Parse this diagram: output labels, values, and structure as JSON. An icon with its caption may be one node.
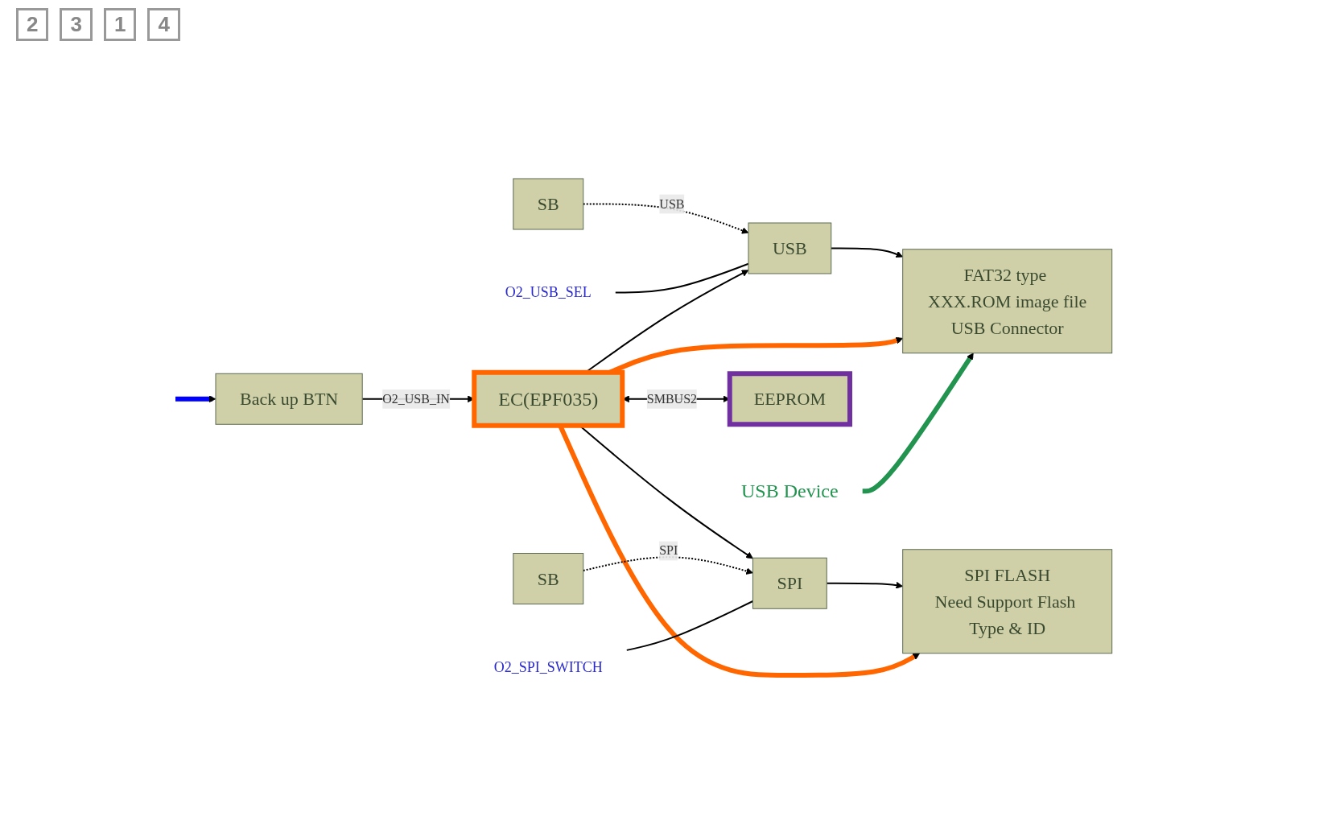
{
  "diagram": {
    "nodes": [
      {
        "text": [
          "SB"
        ]
      },
      {
        "text": [
          "USB"
        ]
      },
      {
        "text": [
          "FAT32 type XXX.ROM image file",
          "USB Connector"
        ]
      },
      {
        "text": [
          "Back up BTN"
        ]
      },
      {
        "text": [
          "EC(EPF035)"
        ]
      },
      {
        "text": [
          "SPI"
        ]
      },
      {
        "text": [
          "SPI FLASH",
          "Need Support Flash Type & ID"
        ]
      },
      {
        "text": [
          "SB"
        ]
      },
      {
        "text": [
          "EEPROM"
        ]
      },
      {
        "text": [
          "O2_USB_SEL"
        ]
      },
      {
        "text": [
          "O2_SPI_SWITCH"
        ]
      },
      {
        "text": [
          "USB Device"
        ]
      }
    ],
    "edges": [
      {
        "from": null,
        "to": 3,
        "arrow": "to",
        "style": "thick",
        "color": "#0000ff"
      },
      {
        "from": 3,
        "to": 4,
        "arrow": "to",
        "label": "O2_USB_IN"
      },
      {
        "from": 0,
        "to": 1,
        "arrow": "to",
        "style": "dashed",
        "label": "USB"
      },
      {
        "from": 9,
        "to": 1,
        "arrow": "none"
      },
      {
        "from": 4,
        "to": 1,
        "arrow": "to"
      },
      {
        "from": 1,
        "to": 2,
        "arrow": "to"
      },
      {
        "from": 4,
        "to": 2,
        "arrow": "to",
        "style": "thick",
        "color": "#ff6600"
      },
      {
        "from": 11,
        "to": 2,
        "arrow": "to",
        "style": "thick",
        "color": "#229450"
      },
      {
        "from": 4,
        "to": 5,
        "arrow": "to"
      },
      {
        "from": 5,
        "to": 6,
        "arrow": "to"
      },
      {
        "from": 4,
        "to": 6,
        "arrow": "to",
        "style": "thick",
        "color": "#ff6600"
      },
      {
        "from": 7,
        "to": 5,
        "arrow": "to",
        "style": "dashed",
        "label": "SPI"
      },
      {
        "from": 10,
        "to": 5,
        "arrow": "none"
      },
      {
        "from": 4,
        "to": 8,
        "arrow": "both",
        "label": "SMBUS2"
      }
    ],
    "labels": [
      "2",
      "3",
      "1",
      "4"
    ]
  }
}
